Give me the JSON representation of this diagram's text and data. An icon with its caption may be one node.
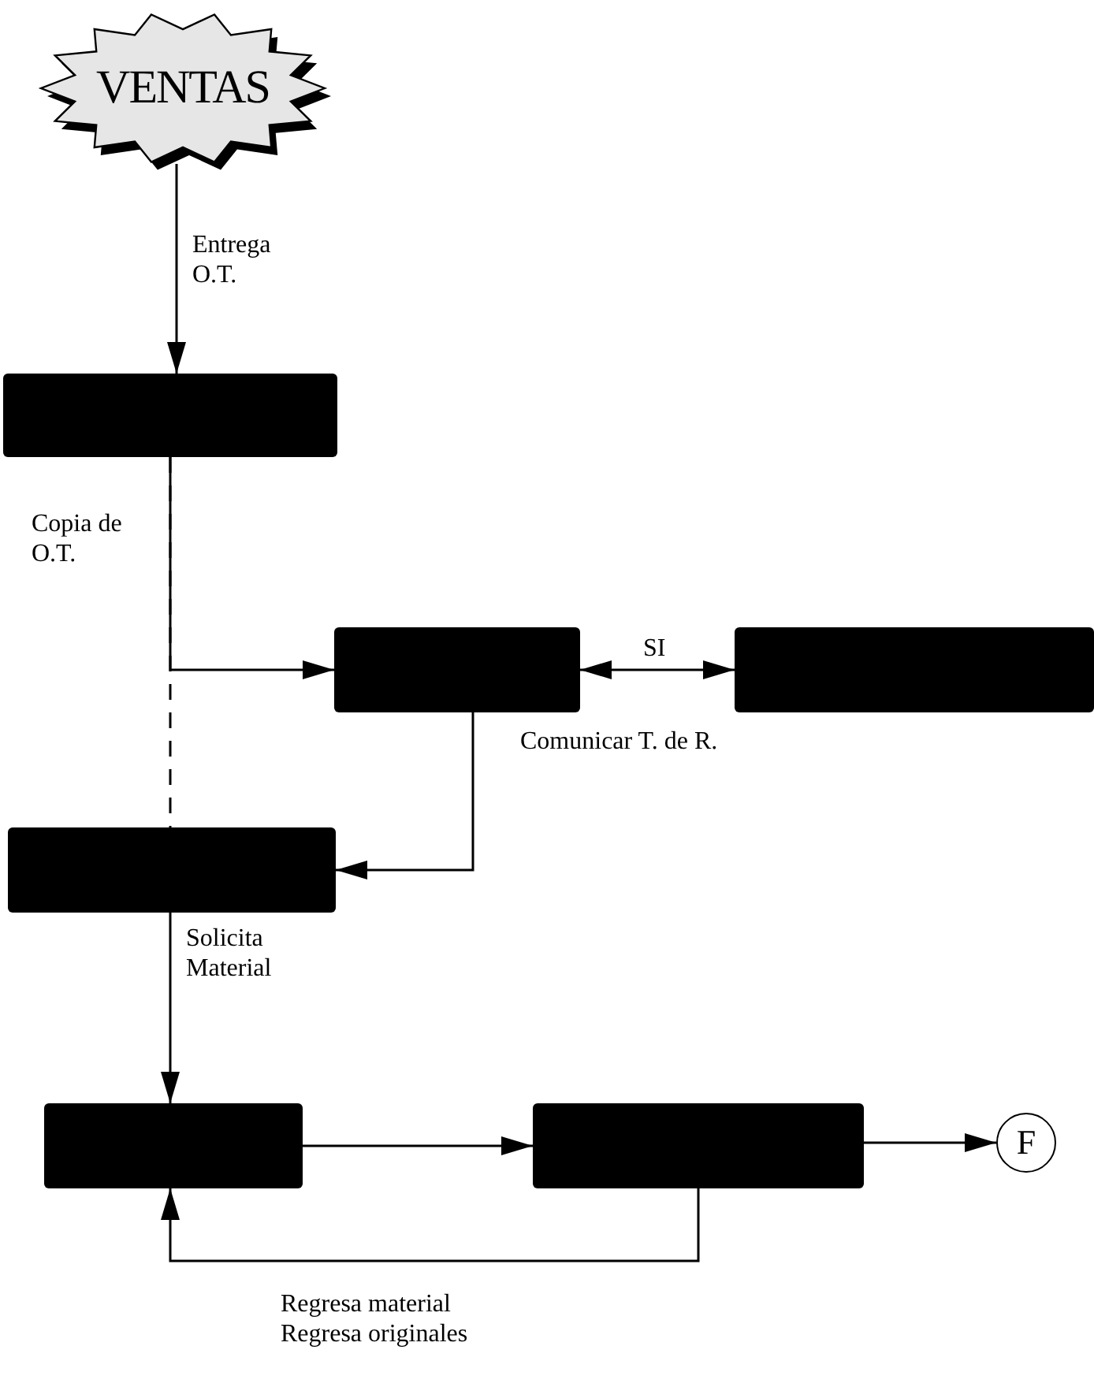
{
  "diagram": {
    "nodes": [
      {
        "text": [
          "VENTAS"
        ]
      },
      {
        "text": [],
        "shape": "box"
      },
      {
        "text": [],
        "shape": "box"
      },
      {
        "text": [],
        "shape": "box"
      },
      {
        "text": [],
        "shape": "box"
      },
      {
        "text": [],
        "shape": "box"
      },
      {
        "text": [],
        "shape": "box"
      },
      {
        "text": [
          "F"
        ]
      }
    ],
    "edges": [
      {
        "from": 0,
        "to": 1,
        "arrow": "to",
        "label": "Entrega O.T."
      },
      {
        "from": 1,
        "to": 2,
        "arrow": "to",
        "label": "Copia de O.T."
      },
      {
        "from": 1,
        "to": 4,
        "arrow": "none",
        "style": "dashed"
      },
      {
        "from": 2,
        "to": 3,
        "arrow": "both",
        "label": "SI"
      },
      {
        "from": 2,
        "to": 4,
        "arrow": "to",
        "label": "Comunicar T. de R."
      },
      {
        "from": 4,
        "to": 5,
        "arrow": "to",
        "label": "Solicita Material"
      },
      {
        "from": 5,
        "to": 6,
        "arrow": "to"
      },
      {
        "from": 6,
        "to": 7,
        "arrow": "to"
      },
      {
        "from": 6,
        "to": 5,
        "arrow": "to",
        "label": "Regresa material Regresa originales"
      }
    ]
  }
}
